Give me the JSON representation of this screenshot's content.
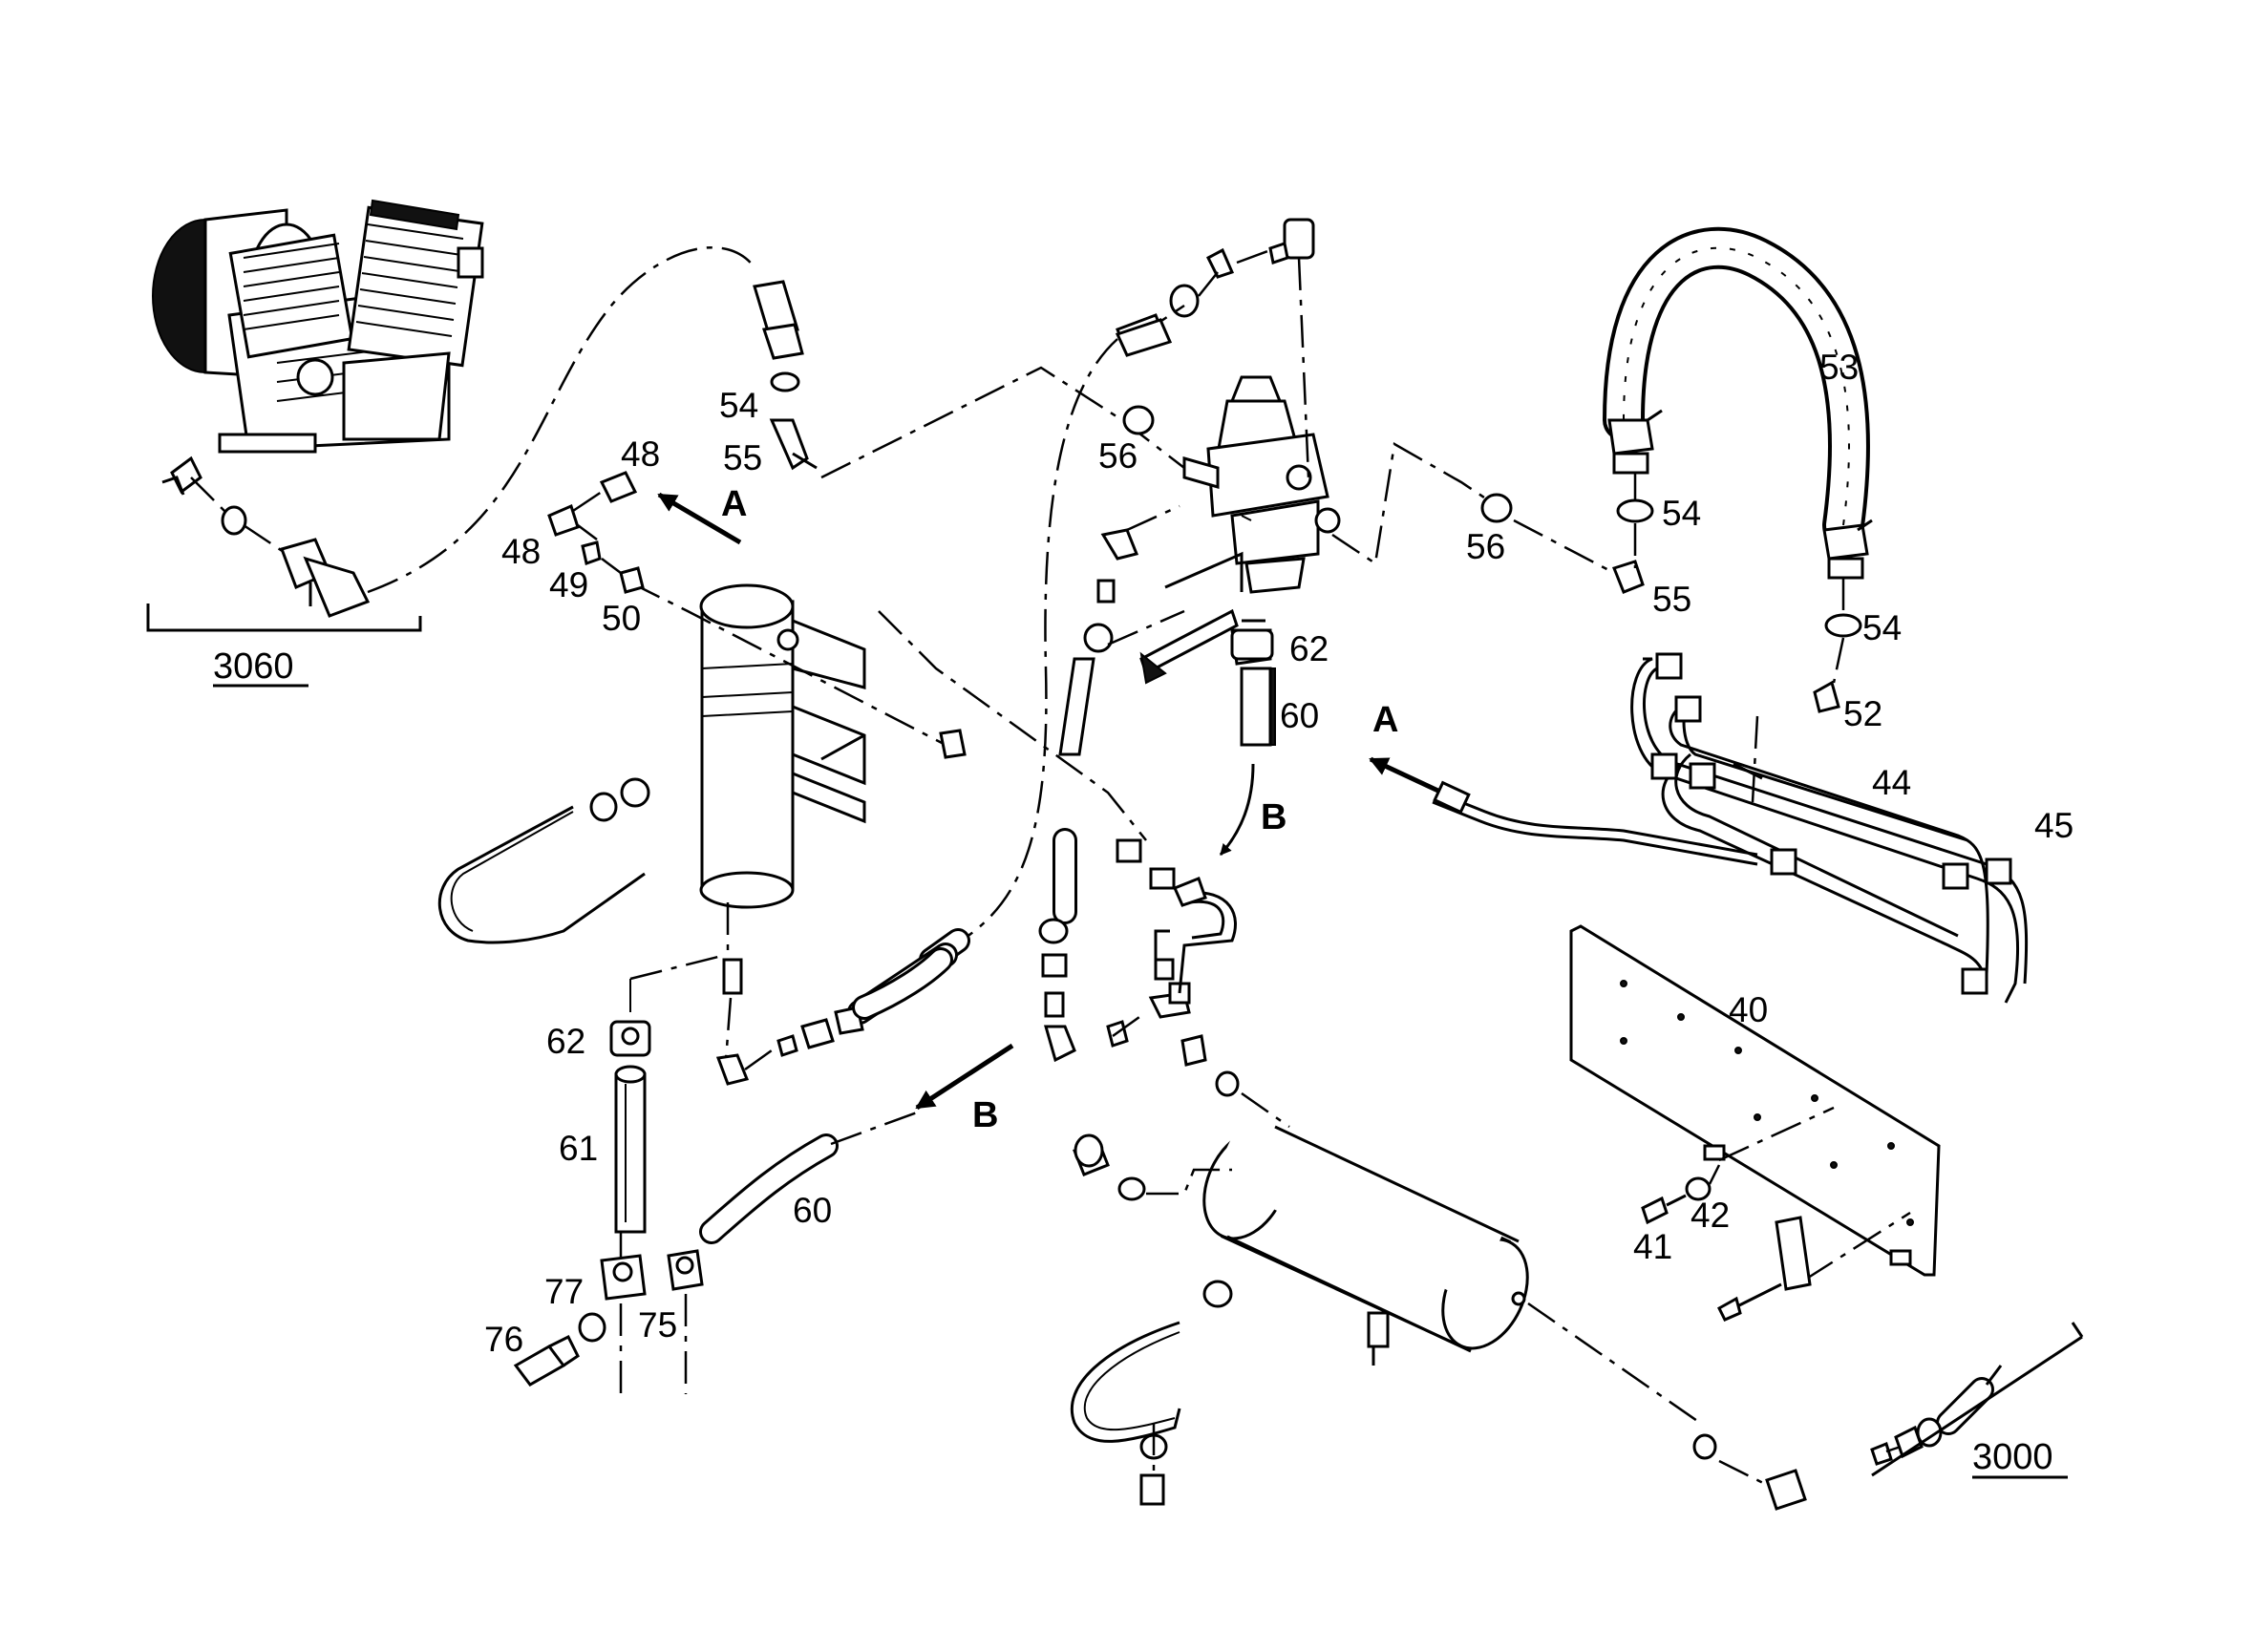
{
  "labels": {
    "l48a": "48",
    "l48b": "48",
    "l49": "49",
    "l50": "50",
    "l54a": "54",
    "l55a": "55",
    "l56a": "56",
    "l56b": "56",
    "l53": "53",
    "l54b": "54",
    "l55b": "55",
    "l54c": "54",
    "l52": "52",
    "l62a": "62",
    "l60a": "60",
    "l44": "44",
    "l45": "45",
    "l40": "40",
    "l41": "41",
    "l42": "42",
    "l62b": "62",
    "l61": "61",
    "l60b": "60",
    "l77": "77",
    "l76": "76",
    "l75": "75"
  },
  "arrows": {
    "a1": "A",
    "a2": "A",
    "b1": "B",
    "b2": "B"
  },
  "references": {
    "r3060": "3060",
    "r3000": "3000"
  }
}
